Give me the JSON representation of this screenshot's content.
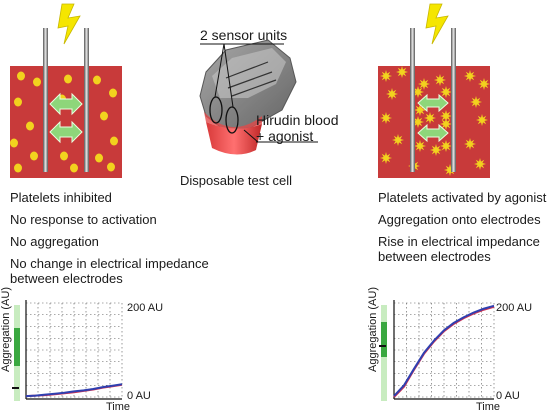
{
  "center": {
    "sensor_label": "2 sensor units",
    "blood_label_line1": "Hirudin blood",
    "blood_label_line2": "+ agonist",
    "cell_label": "Disposable test cell"
  },
  "left_panel": {
    "lines": [
      "Platelets inhibited",
      "No response to activation",
      "No aggregation",
      "No change in electrical impedance",
      "between electrodes"
    ]
  },
  "right_panel": {
    "lines": [
      "Platelets activated by agonist",
      "Aggregation onto electrodes",
      "Rise in electrical impedance",
      "between electrodes"
    ]
  },
  "chart_data": [
    {
      "type": "line",
      "title": "",
      "xlabel": "Time",
      "ylabel": "Aggregation (AU)",
      "ytick_labels": [
        "200 AU",
        "0 AU"
      ],
      "ylim": [
        0,
        200
      ],
      "x": [
        0,
        0.1,
        0.2,
        0.3,
        0.4,
        0.5,
        0.6,
        0.7,
        0.8,
        0.9,
        1.0
      ],
      "series": [
        {
          "color": "#d03050",
          "values": [
            2,
            3,
            4,
            6,
            8,
            10,
            13,
            16,
            20,
            23,
            26
          ]
        },
        {
          "color": "#3040b0",
          "values": [
            2,
            3,
            5,
            7,
            9,
            12,
            14,
            17,
            21,
            24,
            27
          ]
        }
      ],
      "grid": true
    },
    {
      "type": "line",
      "title": "",
      "xlabel": "Time",
      "ylabel": "Aggregation (AU)",
      "ytick_labels": [
        "200 AU",
        "0 AU"
      ],
      "ylim": [
        0,
        200
      ],
      "x": [
        0,
        0.1,
        0.2,
        0.3,
        0.4,
        0.5,
        0.6,
        0.7,
        0.8,
        0.9,
        1.0
      ],
      "series": [
        {
          "color": "#d03050",
          "values": [
            0,
            22,
            58,
            92,
            118,
            140,
            156,
            168,
            178,
            186,
            192
          ]
        },
        {
          "color": "#3040b0",
          "values": [
            2,
            25,
            60,
            94,
            120,
            142,
            158,
            170,
            180,
            188,
            194
          ]
        }
      ],
      "grid": true
    }
  ],
  "colors": {
    "blood": "#c83a3a",
    "platelet": "#f2d21e",
    "arrow": "#8ed67a",
    "lightning": "#f5e600",
    "electrode": "#7a7a7a",
    "scale_light": "#c8ecc0",
    "scale_dark": "#3aa840"
  }
}
